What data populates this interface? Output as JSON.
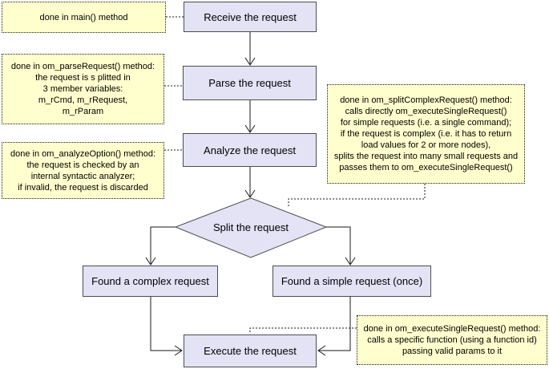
{
  "colors": {
    "node_fill": "#e3e3f5",
    "node_border": "#4d4d4d",
    "note_fill": "#ffffcd",
    "note_border": "#1a1a1a",
    "connector": "#1a1a1a",
    "background": "#ffffff"
  },
  "nodes": {
    "receive": {
      "label": "Receive the request",
      "shape": "rect"
    },
    "parse": {
      "label": "Parse the request",
      "shape": "rect"
    },
    "analyze": {
      "label": "Analyze the request",
      "shape": "rect"
    },
    "split": {
      "label": "Split the request",
      "shape": "diamond"
    },
    "complex": {
      "label": "Found a complex request",
      "shape": "rect"
    },
    "simple": {
      "label": "Found a simple request (once)",
      "shape": "rect"
    },
    "execute": {
      "label": "Execute the request",
      "shape": "rect"
    }
  },
  "notes": {
    "main": {
      "text": "done in main() method"
    },
    "parse": {
      "text": "done in om_parseRequest() method:\nthe request is s plitted in\n3 member variables:\nm_rCmd, m_rRequest,\nm_rParam"
    },
    "analyze": {
      "text": "done in om_analyzeOption() method:\nthe request is checked by an\ninternal syntactic analyzer;\nif invalid, the request is discarded"
    },
    "split": {
      "text": "done in om_splitComplexRequest() method:\ncalls directly om_executeSingleRequest()\nfor simple requests (i.e. a single command);\nif the request is complex (i.e. it has to return\nload values for 2 or more nodes),\nsplits the request into many small requests and\npasses them to om_executeSingleRequest()"
    },
    "execute": {
      "text": "done in om_executeSingleRequest() method:\ncalls a specific function (using a function id)\npassing valid params to it"
    }
  }
}
